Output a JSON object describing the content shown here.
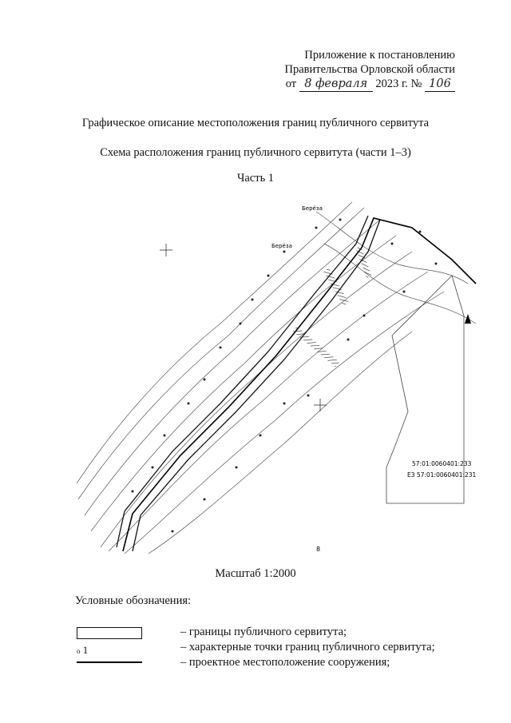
{
  "header": {
    "line1": "Приложение к постановлению",
    "line2": "Правительства Орловской области",
    "date_prefix": "от",
    "date_handwritten": "8 февраля",
    "year_text": "2023 г. №",
    "number_handwritten": "106"
  },
  "title": "Графическое описание местоположения границ публичного сервитута",
  "subtitle": "Схема расположения границ публичного сервитута (части 1–3)",
  "part_label": "Часть 1",
  "map": {
    "labels": {
      "parcel_a": "57:01:0060401:233",
      "parcel_b": "ЕЗ 57:01:0060401:231",
      "tick_label": "8",
      "top_label": "Берёза",
      "mid_label": "Берёза"
    }
  },
  "scale": "Масштаб 1:2000",
  "legend": {
    "title": "Условные обозначения:",
    "items": [
      {
        "symbol": "rectangle",
        "text": "– границы публичного сервитута;"
      },
      {
        "symbol": "point",
        "point_label": "1",
        "text": "– характерные точки границ публичного сервитута;"
      },
      {
        "symbol": "line",
        "text": "– проектное местоположение сооружения;"
      }
    ]
  }
}
